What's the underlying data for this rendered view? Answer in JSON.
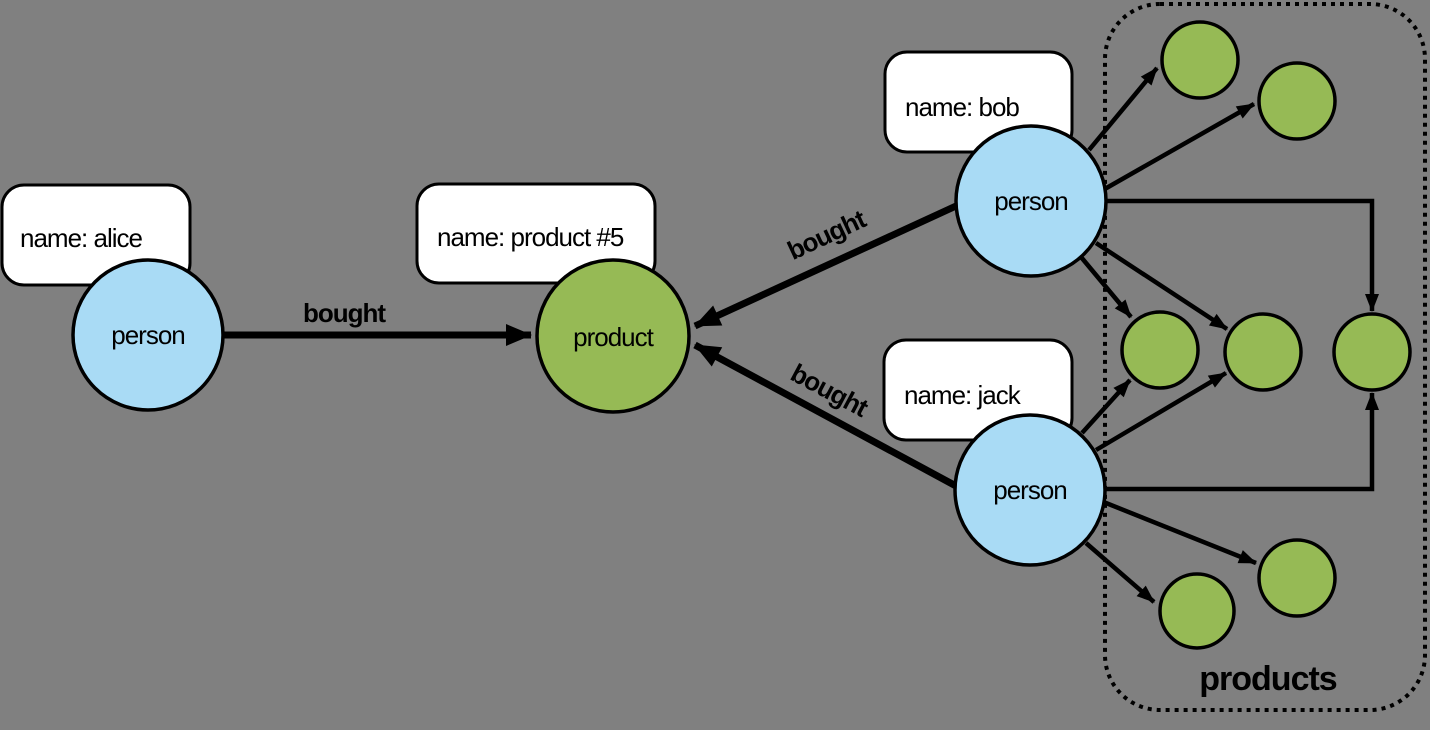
{
  "diagram": {
    "background_color": "#808080",
    "person_fill": "#a9dbf5",
    "product_fill": "#96ba55",
    "label_box_fill": "#ffffff",
    "outline_color": "#000000",
    "persons": [
      {
        "id": "alice",
        "node_label": "person",
        "name_property": "name: alice",
        "bought_label": "bought"
      },
      {
        "id": "bob",
        "node_label": "person",
        "name_property": "name: bob",
        "bought_label": "bought"
      },
      {
        "id": "jack",
        "node_label": "person",
        "name_property": "name: jack",
        "bought_label": "bought"
      }
    ],
    "product": {
      "node_label": "product",
      "name_property": "name: product #5"
    },
    "products_group": {
      "label": "products",
      "anonymous_product_count": 7
    }
  }
}
